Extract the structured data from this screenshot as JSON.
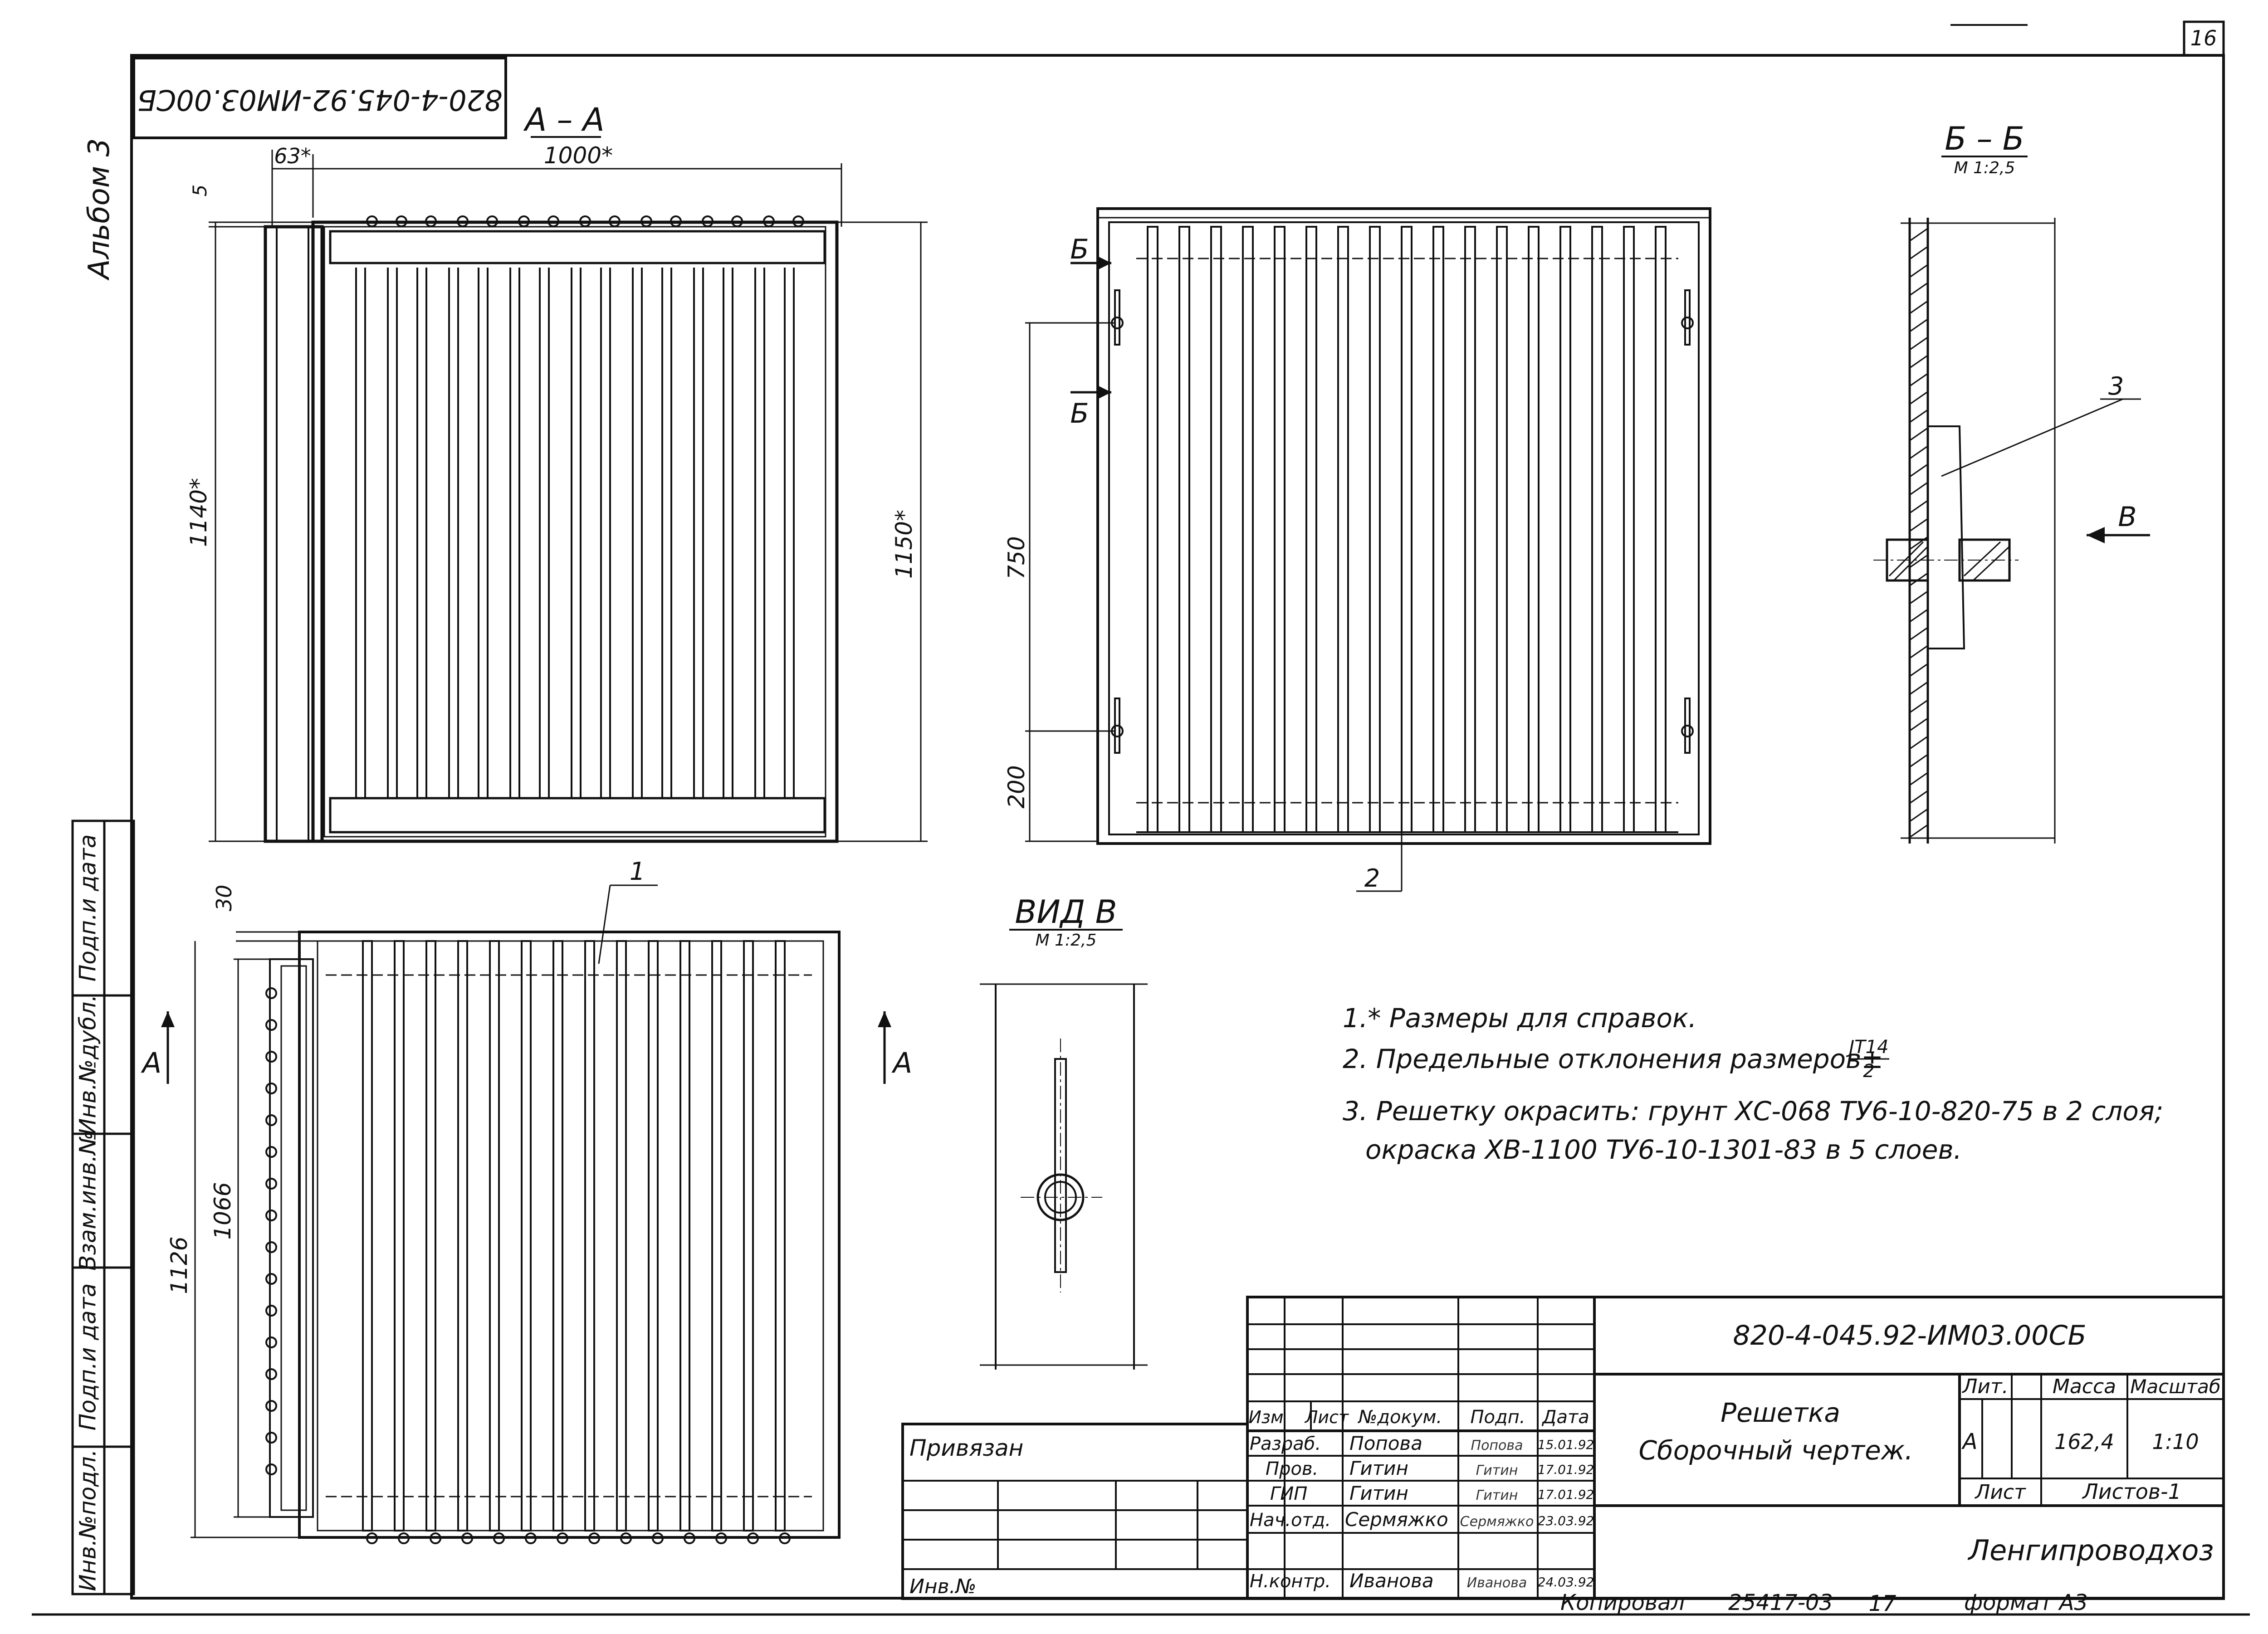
{
  "sheet": {
    "sheet_number": "16",
    "album": "Альбом 3",
    "code_rotated": "820-4-045.92-ИМ03.00СБ"
  },
  "views": {
    "section_aa": {
      "title": "А – А",
      "dim_63": "63*",
      "dim_1000": "1000*",
      "dim_5": "5",
      "dim_1140": "1140*",
      "dim_1150": "1150*"
    },
    "front": {
      "cut_label": "Б",
      "dim_750": "750",
      "dim_200": "200",
      "callout_2": "2"
    },
    "section_bb": {
      "title": "Б – Б",
      "scale": "М 1:2,5",
      "callout_3": "3",
      "arrow_label": "В"
    },
    "plan": {
      "dim_30": "30",
      "dim_1126": "1126",
      "dim_1066": "1066",
      "callout_1": "1",
      "cut_left": "А",
      "cut_right": "А"
    },
    "view_v": {
      "title": "ВИД В",
      "scale": "М 1:2,5"
    }
  },
  "notes": [
    "1.* Размеры для справок.",
    "2. Предельные отклонения размеров±",
    "3. Решетку окрасить: грунт ХС-068 ТУ6-10-820-75 в 2 слоя;",
    "окраска ХВ-1100 ТУ6-10-1301-83 в 5 слоев."
  ],
  "tolerance": {
    "numerator": "JT14",
    "denominator": "2"
  },
  "side_stamp": [
    "Подп.и дата",
    "Инв.№дубл.",
    "Взам.инв.№",
    "Подп.и дата",
    "Инв.№подл."
  ],
  "title_block": {
    "doc_code": "820-4-045.92-ИМ03.00СБ",
    "name_line1": "Решетка",
    "name_line2": "Сборочный чертеж.",
    "hdr": [
      "Изм",
      "Лист",
      "№докум.",
      "Подп.",
      "Дата"
    ],
    "people": [
      {
        "role": "Разраб.",
        "name": "Попова",
        "sig": "Попова",
        "date": "15.01.92"
      },
      {
        "role": "Пров.",
        "name": "Гитин",
        "sig": "Гитин",
        "date": "17.01.92"
      },
      {
        "role": "ГИП",
        "name": "Гитин",
        "sig": "Гитин",
        "date": "17.01.92"
      },
      {
        "role": "Нач.отд.",
        "name": "Сермяжко",
        "sig": "Сермяжко",
        "date": "23.03.92"
      },
      {
        "role": "Н.контр.",
        "name": "Иванова",
        "sig": "Иванова",
        "date": "24.03.92"
      }
    ],
    "lit_label": "Лит.",
    "mass_label": "Масса",
    "scale_label": "Масштаб",
    "lit_value": "А",
    "mass_value": "162,4",
    "scale_value": "1:10",
    "sheet_label": "Лист",
    "sheets_label": "Листов-1",
    "org": "Ленгипроводхоз",
    "privyazan": "Привязан",
    "inv_no": "Инв.№"
  },
  "footer": {
    "copied": "Копировал",
    "copy_no": "25417-03",
    "copy_n": "17",
    "format": "формат А3"
  }
}
